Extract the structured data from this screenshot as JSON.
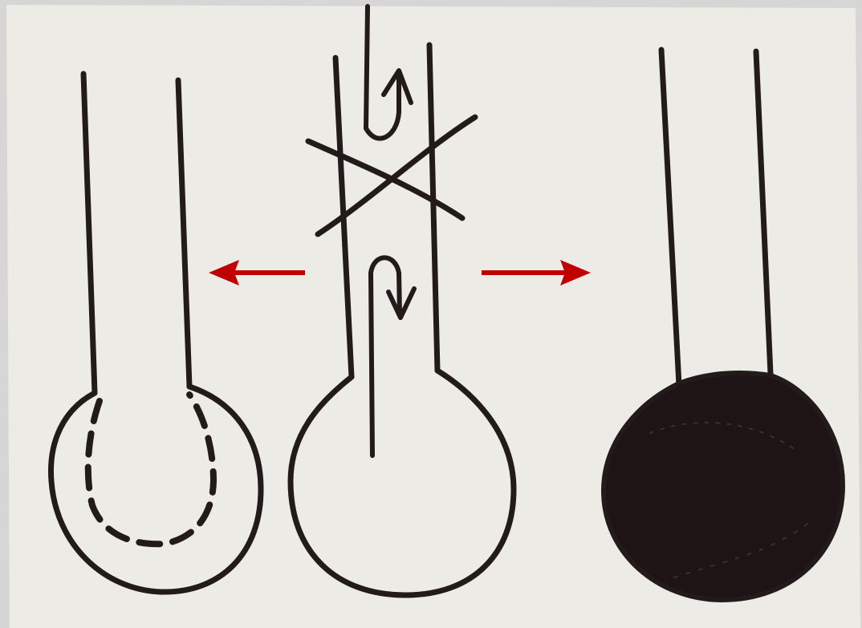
{
  "diagram": {
    "panels": [
      {
        "id": "left",
        "content": "flask-dashed-bulb"
      },
      {
        "id": "middle",
        "content": "flask-with-crossed-flow-arrows"
      },
      {
        "id": "right",
        "content": "flask-filled-bulb"
      }
    ],
    "arrows": [
      {
        "direction": "left",
        "color": "#c00000"
      },
      {
        "direction": "right",
        "color": "#c00000"
      }
    ],
    "colors": {
      "ink": "#231a1a",
      "paper": "#ecebe6",
      "accent": "#c00000"
    }
  }
}
